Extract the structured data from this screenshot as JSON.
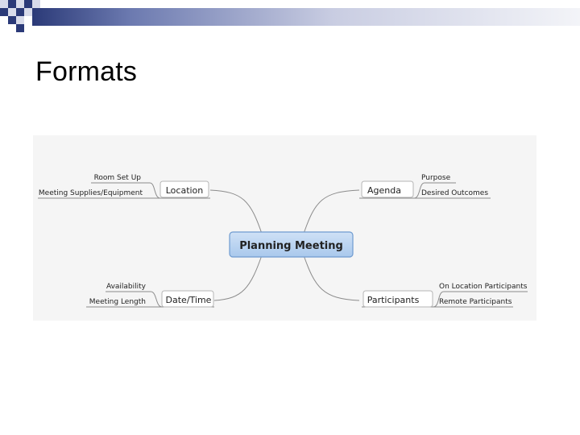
{
  "slide": {
    "title": "Formats"
  },
  "mindmap": {
    "center": "Planning Meeting",
    "branches": {
      "location": {
        "label": "Location",
        "children": [
          "Room Set Up",
          "Meeting Supplies/Equipment"
        ]
      },
      "agenda": {
        "label": "Agenda",
        "children": [
          "Purpose",
          "Desired Outcomes"
        ]
      },
      "datetime": {
        "label": "Date/Time",
        "children": [
          "Availability",
          "Meeting Length"
        ]
      },
      "participants": {
        "label": "Participants",
        "children": [
          "On Location Participants",
          "Remote Participants"
        ]
      }
    }
  },
  "colors": {
    "center_fill": "#b9d4f1",
    "center_stroke": "#6f9bd0",
    "lines": "#8c8c8c",
    "band_dark": "#2b3a78"
  }
}
